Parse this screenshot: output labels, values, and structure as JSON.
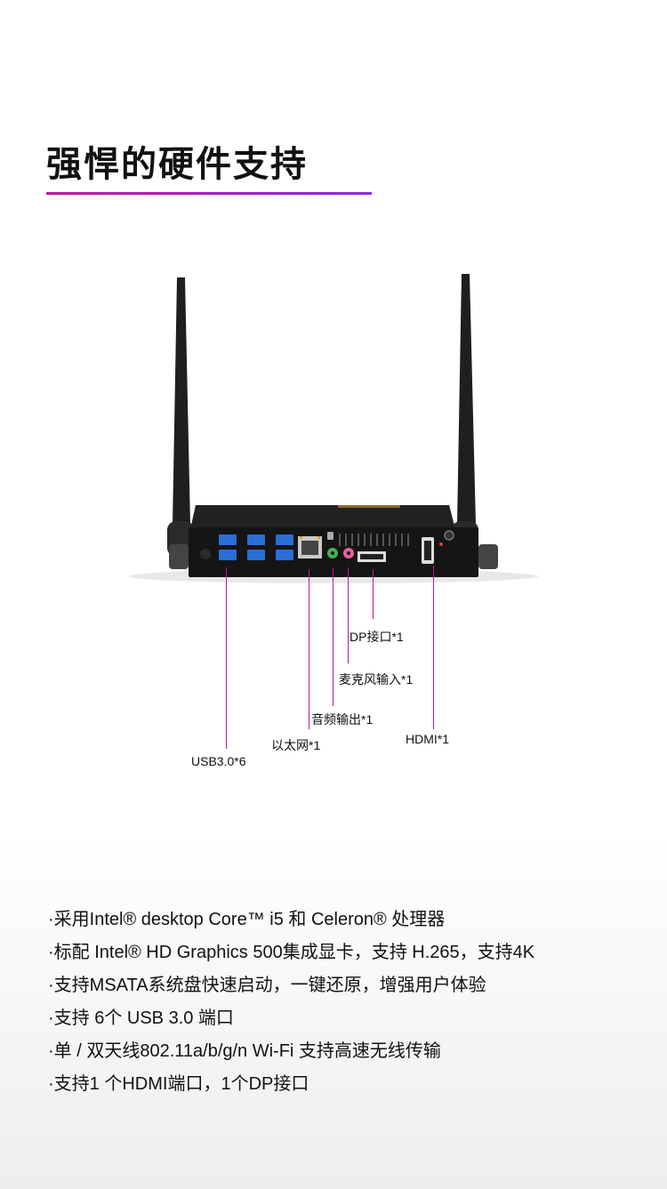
{
  "header": {
    "title": "强悍的硬件支持",
    "accent_colors": [
      "#c2189a",
      "#8a2be2"
    ]
  },
  "device": {
    "callouts": [
      {
        "id": "dp",
        "label": "DP接口*1"
      },
      {
        "id": "mic",
        "label": "麦克风输入*1"
      },
      {
        "id": "audio",
        "label": "音频输出*1"
      },
      {
        "id": "ethernet",
        "label": "以太网*1"
      },
      {
        "id": "hdmi",
        "label": "HDMI*1"
      },
      {
        "id": "usb",
        "label": "USB3.0*6"
      }
    ],
    "port_colors": {
      "usb": "#2a6fd6",
      "audio": "#3fb34f",
      "mic": "#e6609a",
      "ethernet": "#d9a32a"
    }
  },
  "features": [
    "·采用Intel® desktop Core™ i5 和 Celeron® 处理器",
    "·标配 Intel® HD Graphics 500集成显卡，支持 H.265，支持4K",
    "·支持MSATA系统盘快速启动，一键还原，增强用户体验",
    "·支持 6个 USB 3.0 端口",
    "·单 / 双天线802.11a/b/g/n Wi-Fi 支持高速无线传输",
    "·支持1 个HDMI端口，1个DP接口"
  ]
}
